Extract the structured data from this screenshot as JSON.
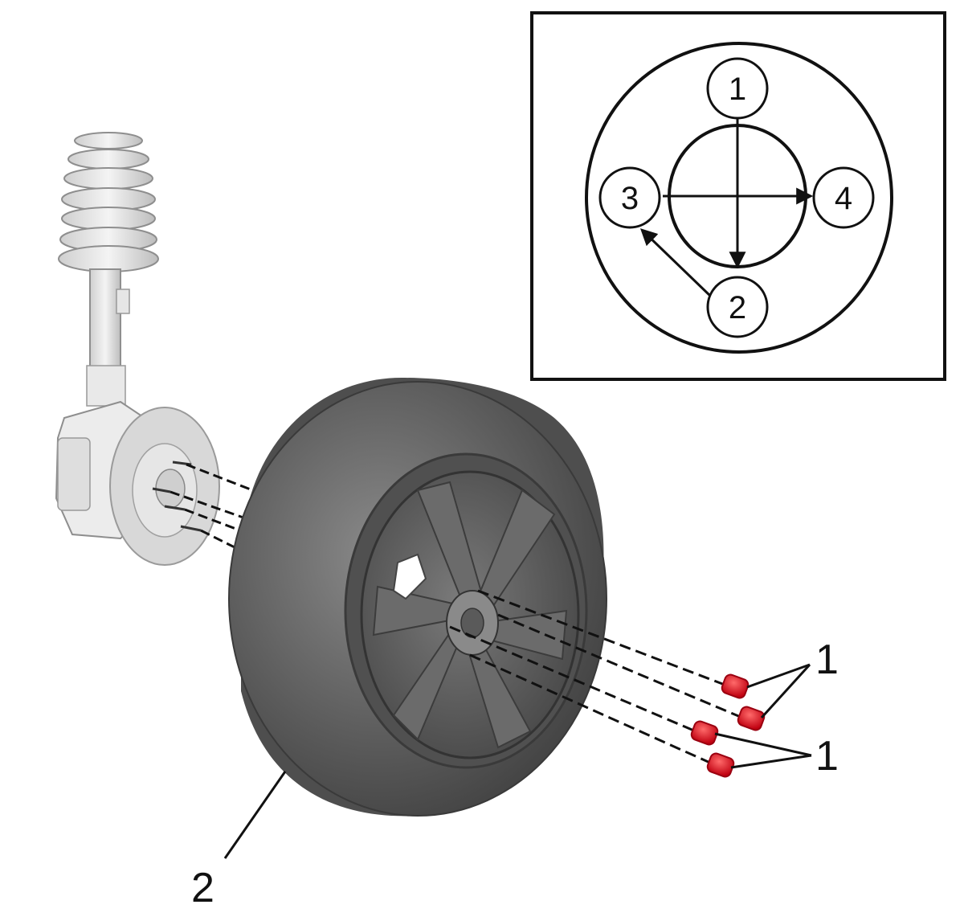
{
  "callouts": {
    "nuts_upper": "1",
    "nuts_lower": "1",
    "wheel": "2"
  },
  "tightening_sequence": {
    "top": "1",
    "bottom": "2",
    "left": "3",
    "right": "4"
  },
  "colors": {
    "nut": "#e0141e",
    "tire": "#5a5a5a",
    "line": "#111111"
  }
}
